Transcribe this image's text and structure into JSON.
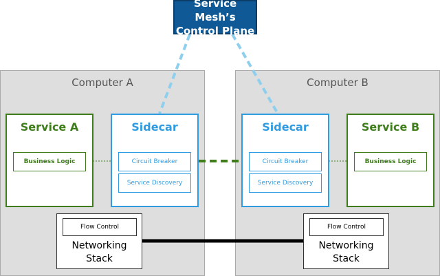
{
  "control_plane": {
    "label": "Service Mesh’s\nControl Plane"
  },
  "computer_a": {
    "title": "Computer A",
    "service": {
      "title": "Service A",
      "business_logic": "Business Logic"
    },
    "sidecar": {
      "title": "Sidecar",
      "circuit_breaker": "Circuit Breaker",
      "service_discovery": "Service Discovery"
    },
    "networking": {
      "flow_control": "Flow Control",
      "label": "Networking\nStack"
    }
  },
  "computer_b": {
    "title": "Computer B",
    "service": {
      "title": "Service B",
      "business_logic": "Business Logic"
    },
    "sidecar": {
      "title": "Sidecar",
      "circuit_breaker": "Circuit Breaker",
      "service_discovery": "Service Discovery"
    },
    "networking": {
      "flow_control": "Flow Control",
      "label": "Networking\nStack"
    }
  },
  "colors": {
    "control_plane": "#0f5a96",
    "service_green": "#3f7d1c",
    "sidecar_blue": "#2f9be0",
    "control_link": "#8fcfee",
    "computer_bg": "#dedede"
  }
}
